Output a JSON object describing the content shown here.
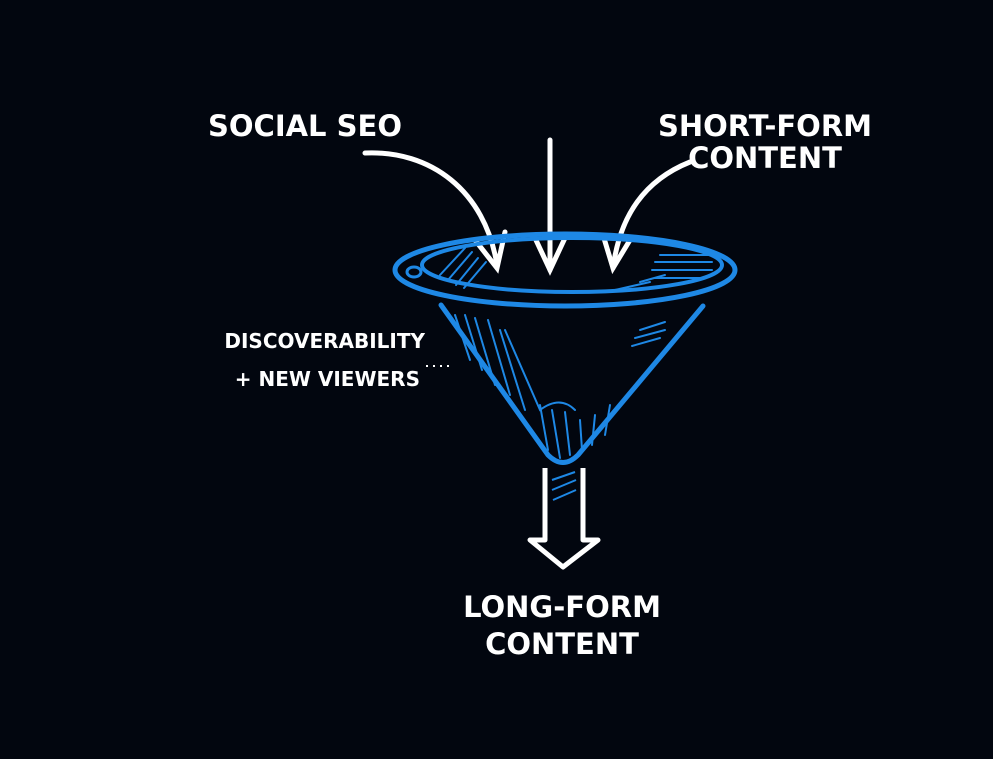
{
  "labels": {
    "social_seo": "SOCIAL SEO",
    "short_form_line1": "SHORT-FORM",
    "short_form_line2": "CONTENT",
    "discoverability_line1": "DISCOVERABILITY",
    "discoverability_line2": "+ NEW VIEWERS",
    "long_form_line1": "LONG-FORM",
    "long_form_line2": "CONTENT"
  },
  "colors": {
    "background": "#02060f",
    "funnel": "#1e88e5",
    "text": "#ffffff"
  }
}
